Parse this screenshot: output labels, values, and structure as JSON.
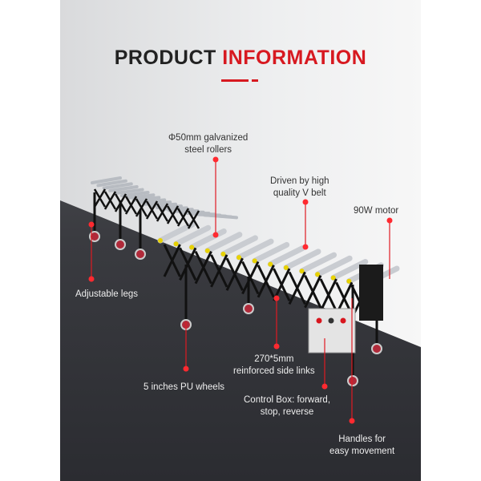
{
  "title": {
    "part1": "PRODUCT",
    "part2": "INFORMATION"
  },
  "labels": {
    "rollers": [
      "Φ50mm galvanized",
      "steel rollers"
    ],
    "belt": [
      "Driven by high",
      "quality V belt"
    ],
    "motor": "90W motor",
    "legs": "Adjustable legs",
    "links": [
      "270*5mm",
      "reinforced side links"
    ],
    "wheels": "5 inches PU wheels",
    "control": [
      "Control Box: forward,",
      "stop, reverse"
    ],
    "handles": [
      "Handles for",
      "easy movement"
    ]
  },
  "colors": {
    "accent": "#d71920",
    "dark": "#222222"
  }
}
